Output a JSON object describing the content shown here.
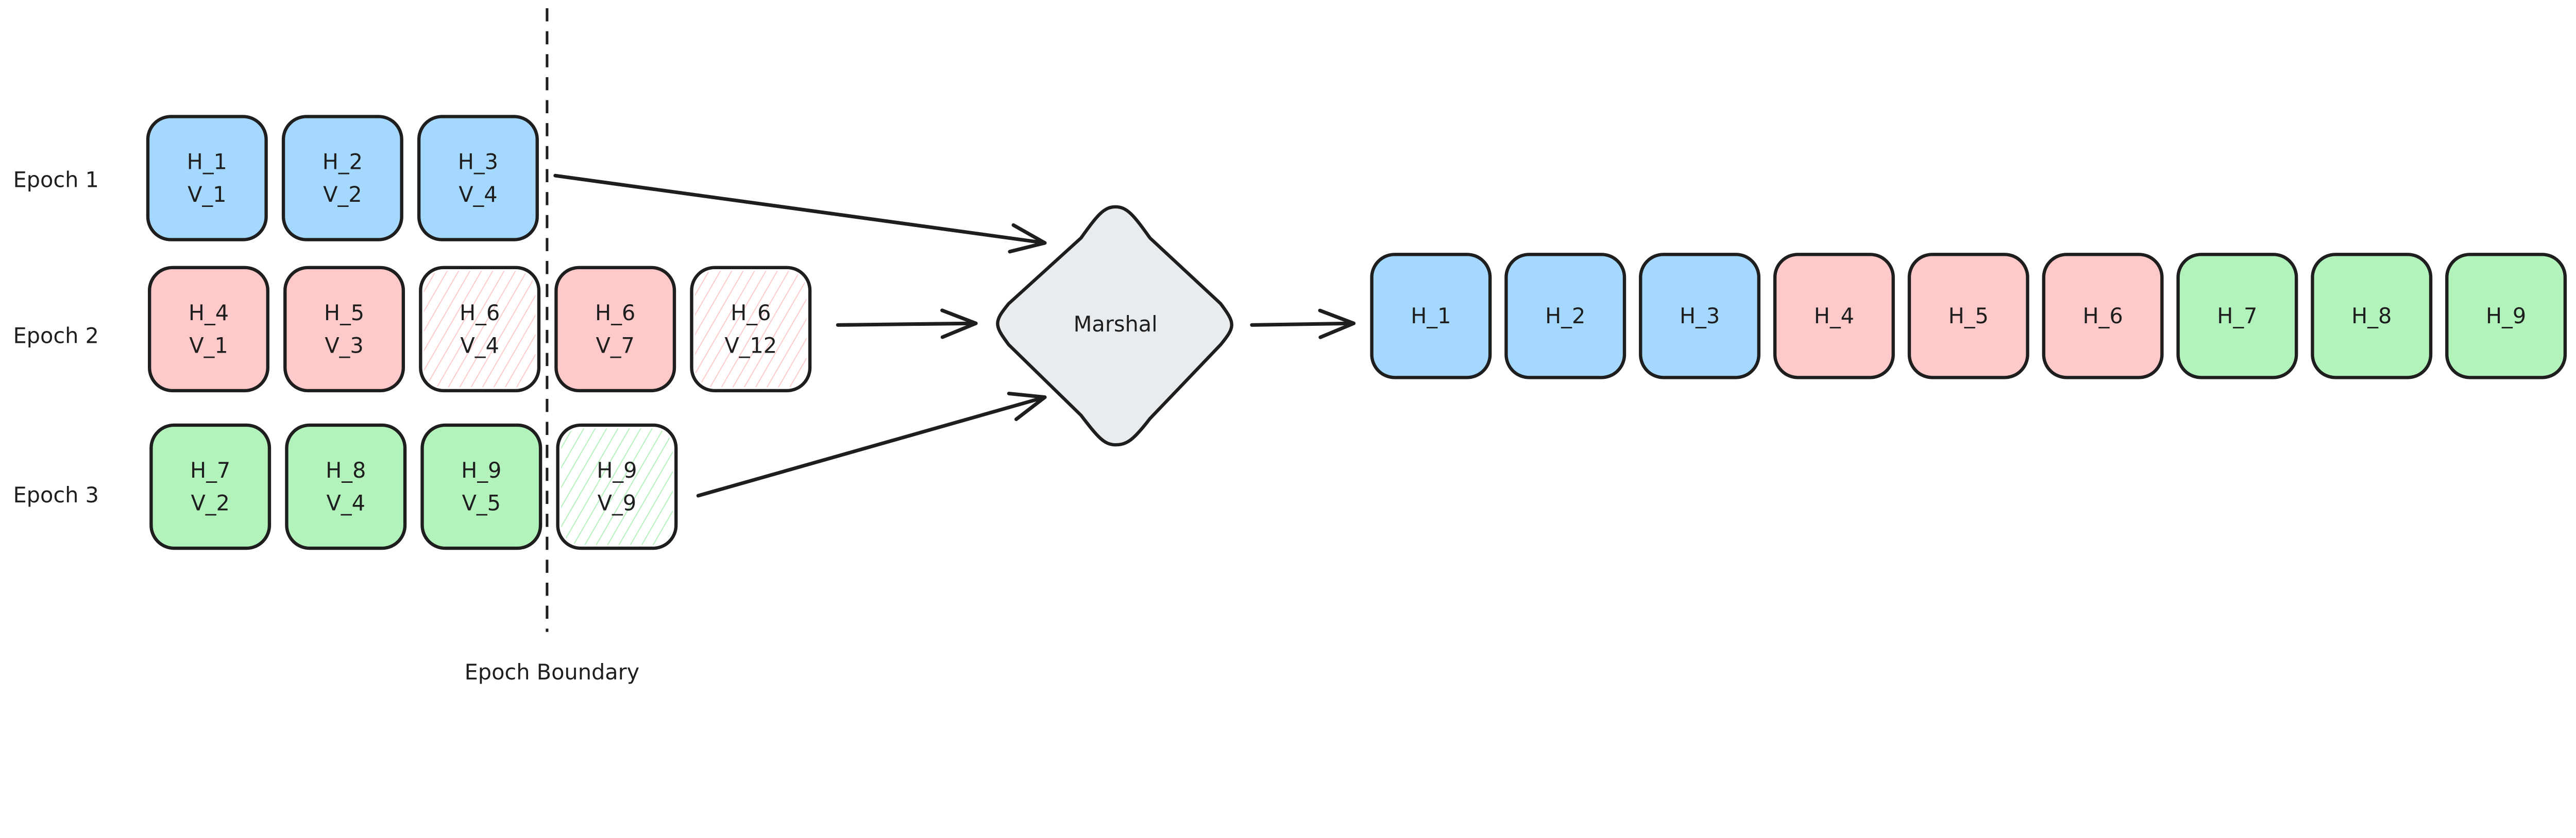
{
  "colors": {
    "blue": "#a5d8ff",
    "red": "#ffc9c9",
    "green": "#b2f2bb",
    "marshal": "#e9ecef",
    "stroke": "#1e1e1e"
  },
  "epochs": [
    {
      "label": "Epoch 1",
      "color": "blue",
      "blocks": [
        {
          "h": "H_1",
          "v": "V_1",
          "hatched": false
        },
        {
          "h": "H_2",
          "v": "V_2",
          "hatched": false
        },
        {
          "h": "H_3",
          "v": "V_4",
          "hatched": false
        }
      ]
    },
    {
      "label": "Epoch 2",
      "color": "red",
      "blocks": [
        {
          "h": "H_4",
          "v": "V_1",
          "hatched": false
        },
        {
          "h": "H_5",
          "v": "V_3",
          "hatched": false
        },
        {
          "h": "H_6",
          "v": "V_4",
          "hatched": true
        },
        {
          "h": "H_6",
          "v": "V_7",
          "hatched": false
        },
        {
          "h": "H_6",
          "v": "V_12",
          "hatched": true
        }
      ]
    },
    {
      "label": "Epoch 3",
      "color": "green",
      "blocks": [
        {
          "h": "H_7",
          "v": "V_2",
          "hatched": false
        },
        {
          "h": "H_8",
          "v": "V_4",
          "hatched": false
        },
        {
          "h": "H_9",
          "v": "V_5",
          "hatched": false
        },
        {
          "h": "H_9",
          "v": "V_9",
          "hatched": true
        }
      ]
    }
  ],
  "boundary_label": "Epoch Boundary",
  "marshal_label": "Marshal",
  "output": [
    {
      "label": "H_1",
      "color": "blue"
    },
    {
      "label": "H_2",
      "color": "blue"
    },
    {
      "label": "H_3",
      "color": "blue"
    },
    {
      "label": "H_4",
      "color": "red"
    },
    {
      "label": "H_5",
      "color": "red"
    },
    {
      "label": "H_6",
      "color": "red"
    },
    {
      "label": "H_7",
      "color": "green"
    },
    {
      "label": "H_8",
      "color": "green"
    },
    {
      "label": "H_9",
      "color": "green"
    }
  ]
}
